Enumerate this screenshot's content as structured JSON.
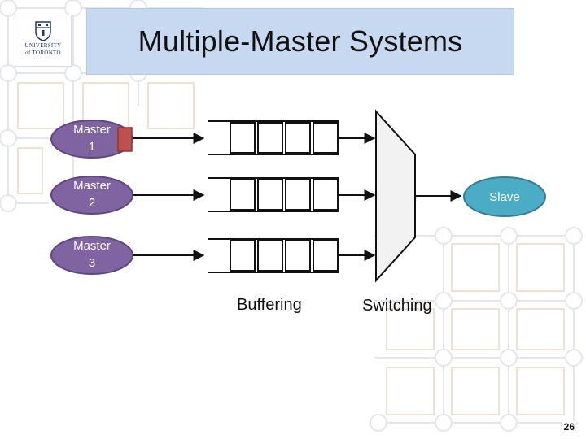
{
  "slide": {
    "title": "Multiple-Master Systems",
    "page_number": "26",
    "logo_text_line1": "UNIVERSITY",
    "logo_text_line2": "of TORONTO"
  },
  "masters": [
    {
      "line1": "Master",
      "line2": "1"
    },
    {
      "line1": "Master",
      "line2": "2"
    },
    {
      "line1": "Master",
      "line2": "3"
    }
  ],
  "slave": {
    "label": "Slave"
  },
  "captions": {
    "buffering": "Buffering",
    "switching": "Switching"
  },
  "colors": {
    "master_fill": "#8064a2",
    "master_stroke": "#5c4780",
    "slave_fill": "#4bacc6",
    "slave_stroke": "#357d91",
    "pending_request": "#c0504d",
    "title_bg": "#c6d9f0",
    "mux_fill": "#f2f2f2"
  },
  "queues": {
    "slots_per_queue": 4
  }
}
